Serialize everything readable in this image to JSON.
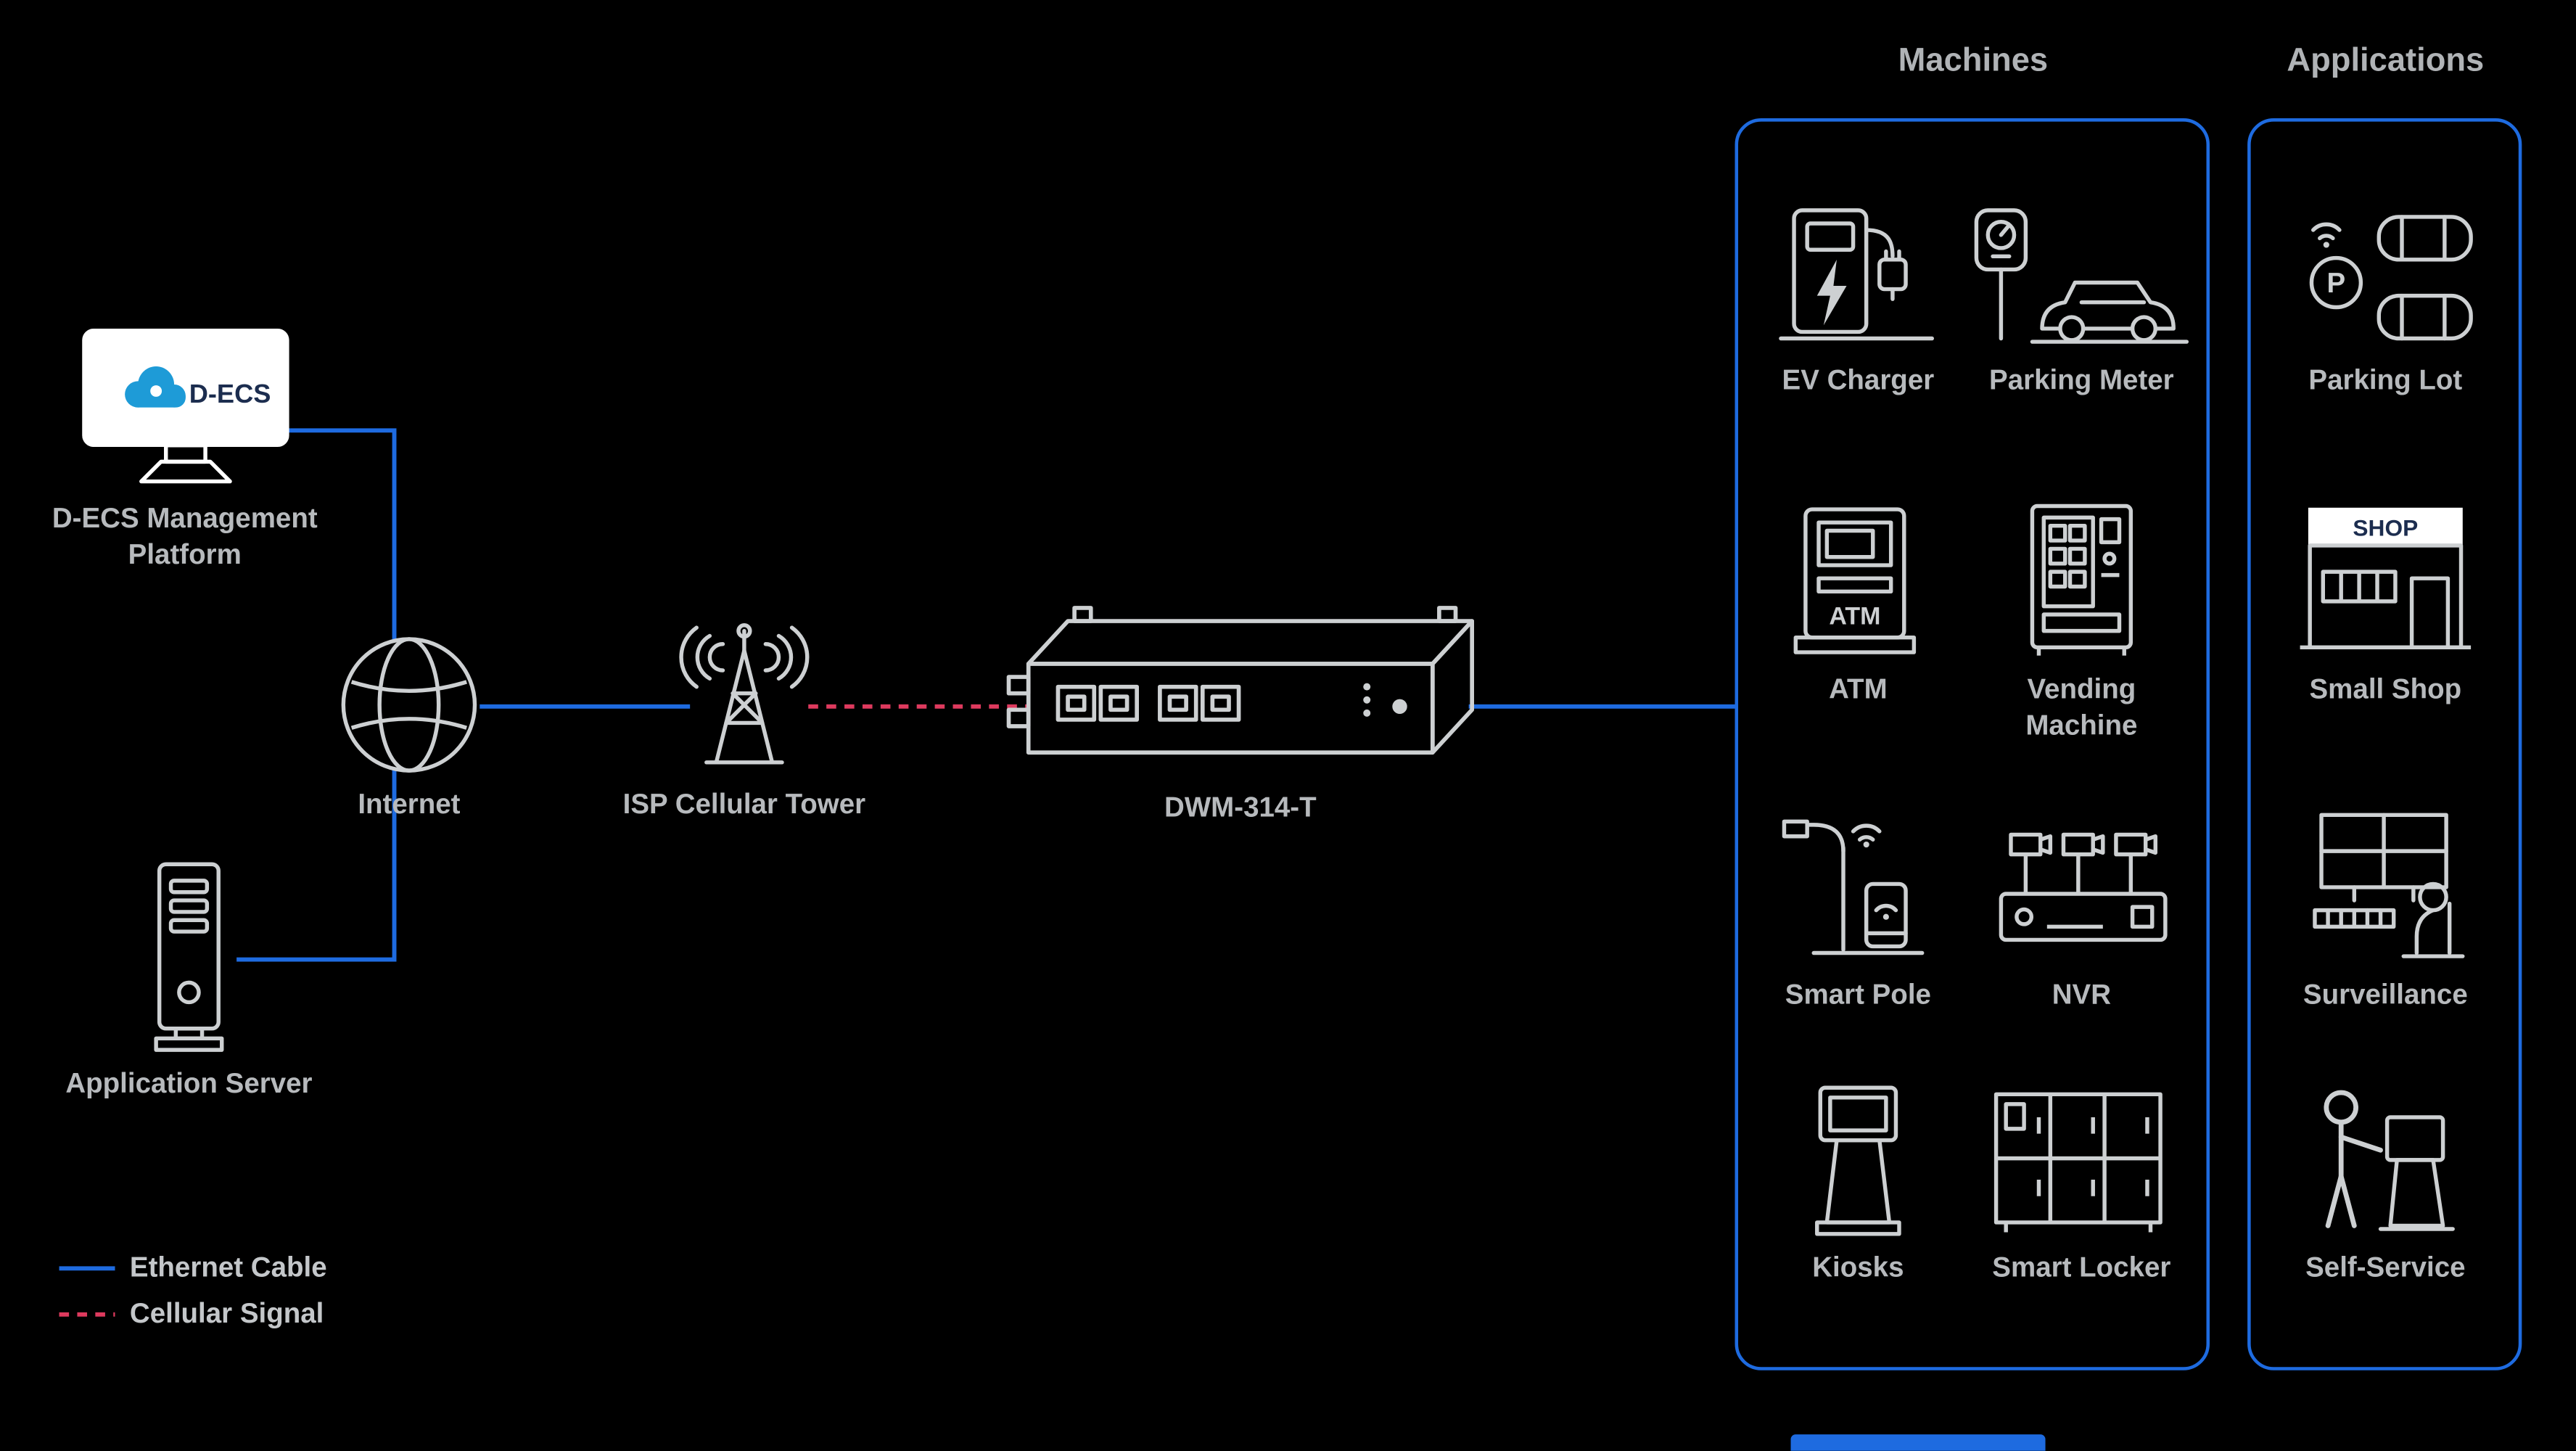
{
  "colors": {
    "background": "#000000",
    "ethernet": "#1e6be0",
    "cellular": "#de3a5e",
    "icon": "#cdd0d2",
    "label": "#b7babd",
    "title": "#b0b3b6",
    "decs_cloud": "#1e9bd7",
    "decs_text": "#1c2d4f"
  },
  "nodes": {
    "decs": {
      "label": "D-ECS Management Platform",
      "screen_text": "D-ECS"
    },
    "app_server": {
      "label": "Application Server"
    },
    "internet": {
      "label": "Internet"
    },
    "tower": {
      "label": "ISP Cellular Tower"
    },
    "router": {
      "label": "DWM-314-T"
    }
  },
  "groups": {
    "machines": {
      "title": "Machines",
      "items": [
        {
          "label": "EV Charger",
          "icon": "ev-charger-icon"
        },
        {
          "label": "Parking Meter",
          "icon": "parking-meter-icon"
        },
        {
          "label": "ATM",
          "icon": "atm-icon",
          "icon_text": "ATM"
        },
        {
          "label": "Vending Machine",
          "icon": "vending-machine-icon"
        },
        {
          "label": "Smart Pole",
          "icon": "smart-pole-icon"
        },
        {
          "label": "NVR",
          "icon": "nvr-icon"
        },
        {
          "label": "Kiosks",
          "icon": "kiosk-icon"
        },
        {
          "label": "Smart Locker",
          "icon": "smart-locker-icon"
        }
      ]
    },
    "applications": {
      "title": "Applications",
      "items": [
        {
          "label": "Parking Lot",
          "icon": "parking-lot-icon",
          "icon_text": "P"
        },
        {
          "label": "Small Shop",
          "icon": "small-shop-icon",
          "icon_text": "SHOP"
        },
        {
          "label": "Surveillance",
          "icon": "surveillance-icon"
        },
        {
          "label": "Self-Service",
          "icon": "self-service-icon"
        }
      ]
    }
  },
  "legend": {
    "ethernet": "Ethernet Cable",
    "cellular": "Cellular Signal"
  }
}
